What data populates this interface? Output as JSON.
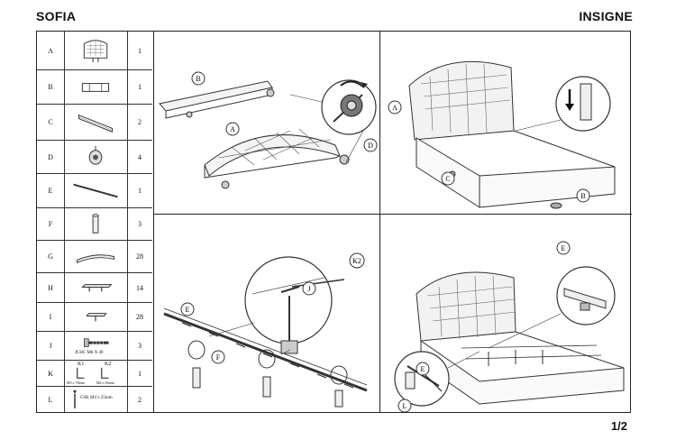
{
  "header": {
    "model": "SOFIA",
    "brand": "INSIGNE"
  },
  "parts": [
    {
      "letter": "A",
      "qty": "1",
      "icon": "headboard-icon"
    },
    {
      "letter": "B",
      "qty": "1",
      "icon": "footboard-panel-icon"
    },
    {
      "letter": "C",
      "qty": "2",
      "icon": "side-rail-icon"
    },
    {
      "letter": "D",
      "qty": "4",
      "icon": "leg-foot-icon"
    },
    {
      "letter": "E",
      "qty": "1",
      "icon": "center-beam-icon"
    },
    {
      "letter": "F",
      "qty": "3",
      "icon": "support-leg-icon"
    },
    {
      "letter": "G",
      "qty": "28",
      "icon": "curved-slat-icon"
    },
    {
      "letter": "H",
      "qty": "14",
      "icon": "double-slat-holder-icon"
    },
    {
      "letter": "I",
      "qty": "28",
      "icon": "slat-holder-icon"
    },
    {
      "letter": "J",
      "qty": "3",
      "icon": "bolt-icon",
      "note": "JCHC M6 X 40"
    },
    {
      "letter": "K",
      "qty": "1",
      "icon": "allen-key-icon",
      "notes": [
        "K1",
        "K2",
        "M5 x 70mm",
        "M4 x 65mm"
      ]
    },
    {
      "letter": "L",
      "qty": "2",
      "icon": "screw-icon",
      "note": "CSK M4 x 25mm"
    }
  ],
  "callouts": {
    "step1": [
      "B",
      "A",
      "D"
    ],
    "step2": [
      "A",
      "C",
      "B"
    ],
    "step3": [
      "K2",
      "J",
      "E",
      "F"
    ],
    "step4": [
      "E",
      "E",
      "L"
    ]
  },
  "footer": {
    "page": "1/2"
  }
}
